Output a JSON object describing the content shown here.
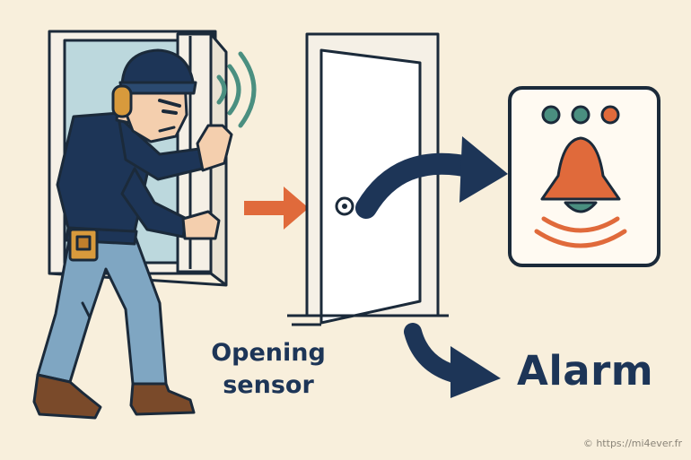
{
  "labels": {
    "sensor_line1": "Opening",
    "sensor_line2": "sensor",
    "alarm": "Alarm"
  },
  "credit": "© https://mi4ever.fr",
  "colors": {
    "background": "#f8efdc",
    "navy": "#1d3557",
    "outline": "#1b2a3a",
    "orange": "#e06a3b",
    "teal": "#4a8f80",
    "window_glass": "#bcd8dd",
    "jeans": "#7fa6c2",
    "boots": "#7a4a2a",
    "skin": "#f4cfae",
    "headphone": "#d89a3c",
    "door": "#ffffff",
    "panel": "#fffaf2"
  },
  "icons": [
    "intruder-figure",
    "window-icon",
    "sound-waves-icon",
    "door-icon",
    "alarm-panel-icon",
    "bell-icon",
    "arrow-right-icon",
    "curved-arrow-icon"
  ]
}
